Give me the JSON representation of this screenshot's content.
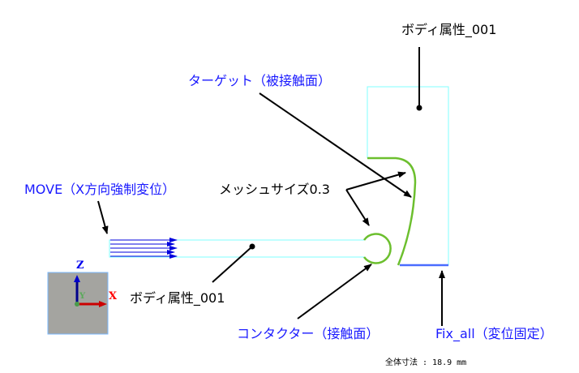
{
  "labels": {
    "body_attr_top": "ボディ属性_001",
    "target": "ターゲット（被接触面）",
    "move": "MOVE（X方向強制変位）",
    "mesh_size": "メッシュサイズ0.3",
    "body_attr_bottom": "ボディ属性_001",
    "contactor": "コンタクター（接触面）",
    "fix_all": "Fix_all（変位固定）"
  },
  "scale_text": "全体寸法 : 18.9 mm",
  "axes": {
    "x": "X",
    "y": "Y",
    "z": "Z"
  },
  "colors": {
    "label_blue": "#1a1aff",
    "body_outline": "#80ffff",
    "contact_green": "#6cbf2e",
    "fix_blue": "#4a6cff",
    "load_blue": "#0000dd"
  }
}
